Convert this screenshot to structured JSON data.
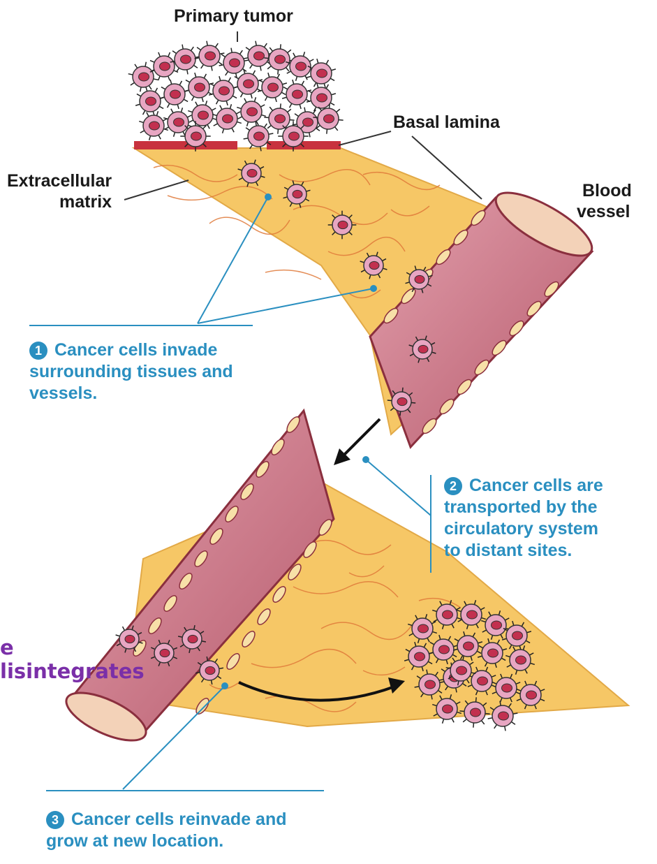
{
  "labels": {
    "primary_tumor": "Primary tumor",
    "basal_lamina": "Basal lamina",
    "extracellular_matrix_line1": "Extracellular",
    "extracellular_matrix_line2": "matrix",
    "blood_vessel_line1": "Blood",
    "blood_vessel_line2": "vessel"
  },
  "steps": [
    {
      "number": "1",
      "lines": [
        "Cancer cells invade",
        "surrounding tissues and",
        "vessels."
      ]
    },
    {
      "number": "2",
      "lines": [
        "Cancer cells are",
        "transported by the",
        "circulatory system",
        "to distant sites."
      ]
    },
    {
      "number": "3",
      "lines": [
        "Cancer cells reinvade and",
        "grow at new location."
      ]
    }
  ],
  "overlay": {
    "line1": "e",
    "line2": "lisintegrates"
  },
  "colors": {
    "tissue": "#f6c766",
    "vessel": "#c9707f",
    "basal_lamina": "#c8323e",
    "cell": "#e8a6c2",
    "nucleus": "#c2304f",
    "step_text": "#2a8fc0",
    "overlay_text": "#7a2fa8"
  }
}
